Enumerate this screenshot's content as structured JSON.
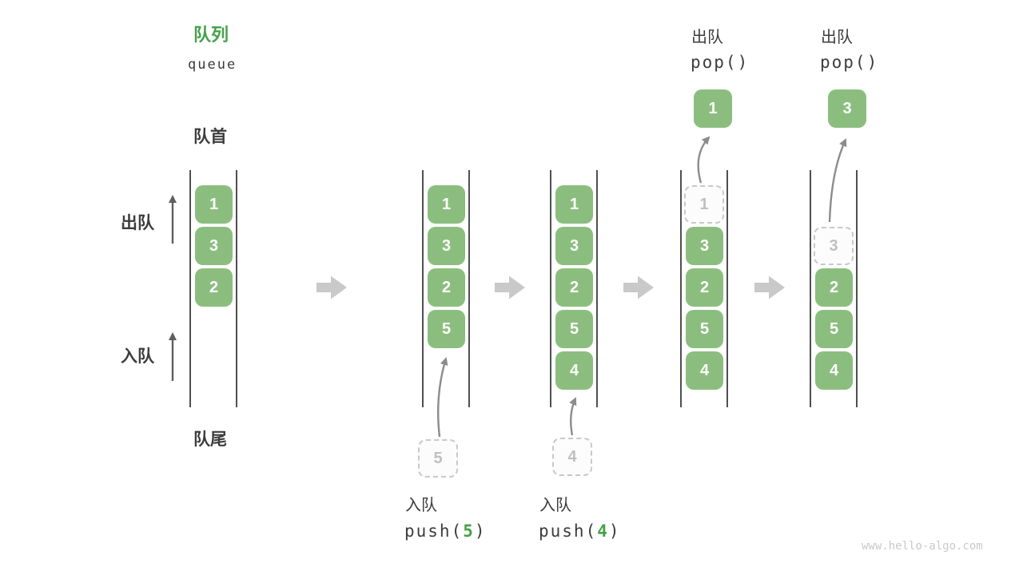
{
  "header": {
    "title_zh": "队列",
    "title_en": "queue"
  },
  "side_labels": {
    "front": "队首",
    "rear": "队尾",
    "dequeue": "出队",
    "enqueue": "入队"
  },
  "states": [
    {
      "slots": [
        "1",
        "3",
        "2",
        null,
        null
      ],
      "incoming": null,
      "popped": null
    },
    {
      "slots": [
        "1",
        "3",
        "2",
        "5",
        null
      ],
      "incoming": "5",
      "popped": null
    },
    {
      "slots": [
        "1",
        "3",
        "2",
        "5",
        "4"
      ],
      "incoming": "4",
      "popped": null
    },
    {
      "slots": [
        "1",
        "3",
        "2",
        "5",
        "4"
      ],
      "ghost_slot": 0,
      "incoming": null,
      "popped": "1"
    },
    {
      "slots": [
        null,
        "3",
        "2",
        "5",
        "4"
      ],
      "ghost_slot": 1,
      "incoming": null,
      "popped": "3"
    }
  ],
  "operations": {
    "push5": {
      "label": "入队",
      "fn_open": "push(",
      "arg": "5",
      "fn_close": ")"
    },
    "push4": {
      "label": "入队",
      "fn_open": "push(",
      "arg": "4",
      "fn_close": ")"
    },
    "pop_first": {
      "label": "出队",
      "fn": "pop()"
    },
    "pop_second": {
      "label": "出队",
      "fn": "pop()"
    }
  },
  "watermark": "www.hello-algo.com",
  "colors": {
    "box_green": "#8BBE7E",
    "accent_green": "#44A248",
    "text_dark": "#3C3C3C",
    "line_dark": "#4F4F4F",
    "thin_arrow": "#5E5E5E",
    "curve_arrow": "#8C8C8C",
    "block_arrow": "#C9C9C9",
    "ghost_border": "#C8C8C8",
    "ghost_text": "#BFBFBF"
  }
}
